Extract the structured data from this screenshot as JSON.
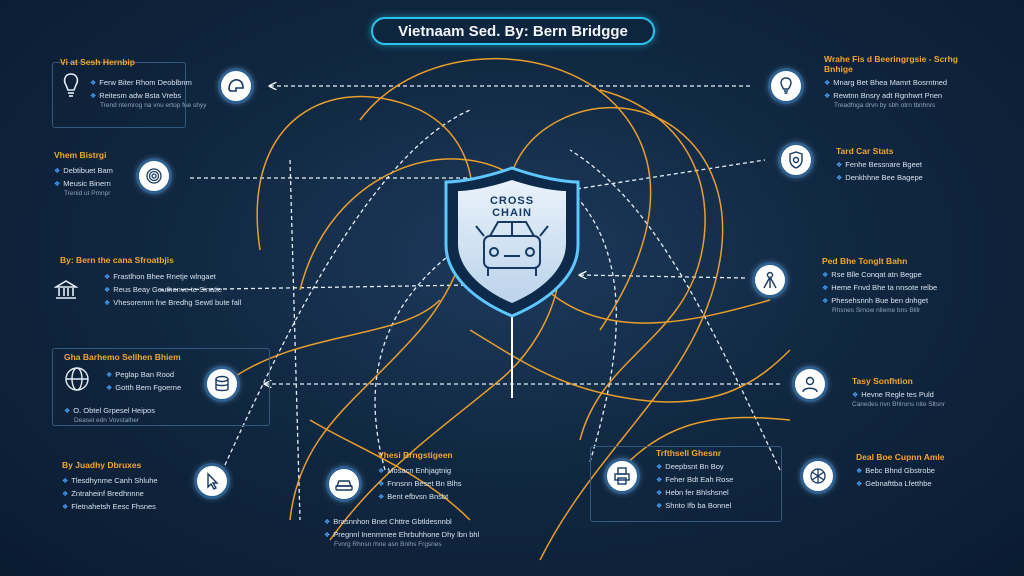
{
  "title": "Vietnaam Sed. By: Bern Bridgge",
  "center": {
    "label_line1": "CROSS",
    "label_line2": "CHAIN"
  },
  "colors": {
    "accent_cyan": "#27c3e8",
    "link_orange": "#f4a52a",
    "node_ring": "#2e5f8e",
    "background": "#112842"
  },
  "left_blocks": [
    {
      "heading": "Vi at Sesh Hernbip",
      "icon": "bulb-icon",
      "items": [
        "Ferw Biter Rhom Deoblbnm",
        "Reitesm adw Bsta Vrebs"
      ],
      "sub": "Trend ntemrog na vnu ertop fue shyy"
    },
    {
      "heading": "Vhem Bistrgi",
      "icon": "fingerprint-icon",
      "items": [
        "Debtibuet Bam",
        "Meusic Binern"
      ],
      "sub": "Trenid ut Pmnpr"
    },
    {
      "heading": "By: Bern the cana Sfroatbjis",
      "icon": "bank-icon",
      "items": [
        "Frastlhon Bhee Rnetje wlngaet",
        "Reus Beay Geuthenve te Sinatie",
        "Vhesoremm fne Bredhg Sewtl bute fall"
      ],
      "sub": ""
    },
    {
      "heading": "Gha Barhemo Sellhen Bhiem",
      "icon": "globe-icon",
      "items": [
        "Peglap Ban Rood",
        "Gotth Bem Fgoerne",
        "O. Obtel Grpesel Heipos"
      ],
      "sub": "Deasel edn Vovstalher"
    },
    {
      "heading": "By Juadhy Dbruxes",
      "icon": "cursor-icon",
      "items": [
        "Tlesdhynme Canh Shluhe",
        "Zntraheinf Bredhnnne",
        "Fletnahetsh Eesc Fhsnes"
      ],
      "sub": ""
    }
  ],
  "right_blocks": [
    {
      "heading": "Wrahe Fis d Beeringrgsie - Scrhg Bnhige",
      "icon": "lightbulb-icon",
      "items": [
        "Mnarg Bet Bhea Mamrt Bosrntned",
        "Rewtnn Bnsry adt Rgnhwrt Pnen"
      ],
      "sub": "Treadfnga drvn by sbh otrn tbnhnrs"
    },
    {
      "heading": "Tard Car Stats",
      "icon": "shield-gear-icon",
      "items": [
        "Fenhe Bessnare Bgeet",
        "Denkhhne Bee Bagepe"
      ],
      "sub": ""
    },
    {
      "heading": "Ped Bhe Tonglt Bahn",
      "icon": "tripod-icon",
      "items": [
        "Rse Blle Conqat atn Begpe",
        "Heme Fnvd Bhe ta nnsote relbe",
        "Phesehsnnh Bue ben dnhget"
      ],
      "sub": "Rhsnes Srnow nlleme bns Blllr"
    },
    {
      "heading": "Tasy Sonfhtion",
      "icon": "user-icon",
      "items": [
        "Hevne Regle tes Puld"
      ],
      "sub": "Canedes nvn Bhlrons nite Sltsnr"
    },
    {
      "heading": "Deal Boe Cupnn Amle",
      "icon": "network-icon",
      "items": [
        "Bebc Bhnd Gbstrobe",
        "Gebnafttba Lfetthbe"
      ],
      "sub": ""
    }
  ],
  "bottom_blocks": [
    {
      "heading": "Vhesi Brngstigeen",
      "icon": "car-icon",
      "items": [
        "Mosacn Enhjagtnig",
        "Fnnsnn Beset Bn Blhs",
        "Bent efbvsn Bnsbt"
      ],
      "sub": ""
    },
    {
      "heading": "",
      "icon": "",
      "items": [
        "Brasnnhon Bnet Chttre Gbtldesnnbl",
        "Pregnnl Inenmmee Ehrbuhhone Dhy lbn bhl"
      ],
      "sub": "Fvnrg Rhnsn rhne asn Bnlhs Frgsnes"
    },
    {
      "heading": "Trfthsell Ghesnr",
      "icon": "printer-icon",
      "items": [
        "Deepbsnt Bn Boy",
        "Feher Bdt Eah Rose",
        "Hebn fer Bhlshsnel",
        "Shnto Ifb ba Bonnel"
      ],
      "sub": ""
    }
  ]
}
